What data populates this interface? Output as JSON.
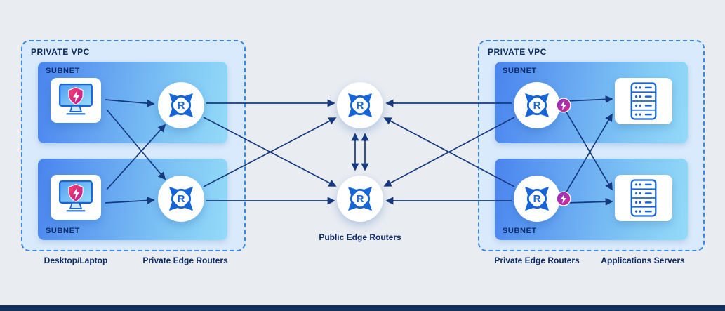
{
  "colors": {
    "background": "#e9edf2",
    "vpc_fill": "#d9eafc",
    "vpc_border": "#3b86de",
    "subnet_gradient_start": "#4a84ee",
    "subnet_gradient_end": "#93dbf8",
    "arrow": "#16397f",
    "text": "#0d2b66",
    "icon_blue": "#1565d8",
    "shield_red": "#ff3d6e",
    "badge_purple": "#8b2fc9",
    "badge_pink": "#d62f8d",
    "bottom_bar": "#12315f"
  },
  "left_vpc": {
    "title": "PRIVATE VPC",
    "subnets": [
      {
        "label": "SUBNET"
      },
      {
        "label": "SUBNET"
      }
    ]
  },
  "right_vpc": {
    "title": "PRIVATE VPC",
    "subnets": [
      {
        "label": "SUBNET"
      },
      {
        "label": "SUBNET"
      }
    ]
  },
  "captions": {
    "desktop_laptop": "Desktop/Laptop",
    "private_edge_routers_left": "Private Edge Routers",
    "public_edge_routers": "Public Edge Routers",
    "private_edge_routers_right": "Private Edge Routers",
    "applications_servers": "Applications Servers"
  },
  "icons": {
    "router": "router-icon (circle with R and outward arrows)",
    "desktop": "desktop-with-shield-icon (monitor with red lightning shield)",
    "server": "server-rack-icon",
    "lightning_badge": "lightning-badge-icon (purple circle, white bolt)"
  }
}
